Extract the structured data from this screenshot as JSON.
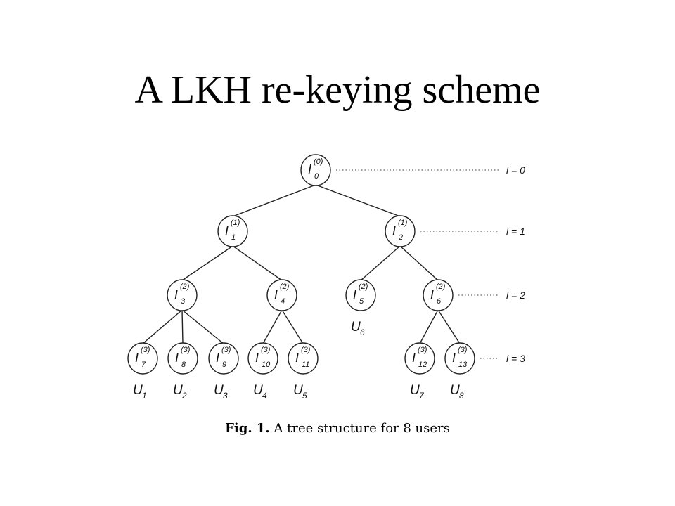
{
  "slide": {
    "title": "A LKH re-keying scheme"
  },
  "diagram": {
    "caption_label": "Fig. 1.",
    "caption_text": "A tree structure for 8 users",
    "levels": [
      {
        "id": "l0",
        "label": "l = 0"
      },
      {
        "id": "l1",
        "label": "l = 1"
      },
      {
        "id": "l2",
        "label": "l = 2"
      },
      {
        "id": "l3",
        "label": "l = 3"
      }
    ],
    "nodes": [
      {
        "id": "n0",
        "base": "I",
        "sup": "(0)",
        "sub": "0",
        "level": 0
      },
      {
        "id": "n1",
        "base": "I",
        "sup": "(1)",
        "sub": "1",
        "level": 1,
        "parent": "n0"
      },
      {
        "id": "n2",
        "base": "I",
        "sup": "(1)",
        "sub": "2",
        "level": 1,
        "parent": "n0"
      },
      {
        "id": "n3",
        "base": "I",
        "sup": "(2)",
        "sub": "3",
        "level": 2,
        "parent": "n1"
      },
      {
        "id": "n4",
        "base": "I",
        "sup": "(2)",
        "sub": "4",
        "level": 2,
        "parent": "n1"
      },
      {
        "id": "n5",
        "base": "I",
        "sup": "(2)",
        "sub": "5",
        "level": 2,
        "parent": "n2",
        "user": {
          "base": "U",
          "sub": "6"
        }
      },
      {
        "id": "n6",
        "base": "I",
        "sup": "(2)",
        "sub": "6",
        "level": 2,
        "parent": "n2"
      },
      {
        "id": "n7",
        "base": "I",
        "sup": "(3)",
        "sub": "7",
        "level": 3,
        "parent": "n3",
        "user": {
          "base": "U",
          "sub": "1"
        }
      },
      {
        "id": "n8",
        "base": "I",
        "sup": "(3)",
        "sub": "8",
        "level": 3,
        "parent": "n3",
        "user": {
          "base": "U",
          "sub": "2"
        }
      },
      {
        "id": "n9",
        "base": "I",
        "sup": "(3)",
        "sub": "9",
        "level": 3,
        "parent": "n3",
        "user": {
          "base": "U",
          "sub": "3"
        }
      },
      {
        "id": "n10",
        "base": "I",
        "sup": "(3)",
        "sub": "10",
        "level": 3,
        "parent": "n4",
        "user": {
          "base": "U",
          "sub": "4"
        }
      },
      {
        "id": "n11",
        "base": "I",
        "sup": "(3)",
        "sub": "11",
        "level": 3,
        "parent": "n4",
        "user": {
          "base": "U",
          "sub": "5"
        }
      },
      {
        "id": "n12",
        "base": "I",
        "sup": "(3)",
        "sub": "12",
        "level": 3,
        "parent": "n6",
        "user": {
          "base": "U",
          "sub": "7"
        }
      },
      {
        "id": "n13",
        "base": "I",
        "sup": "(3)",
        "sub": "13",
        "level": 3,
        "parent": "n6",
        "user": {
          "base": "U",
          "sub": "8"
        }
      }
    ]
  }
}
